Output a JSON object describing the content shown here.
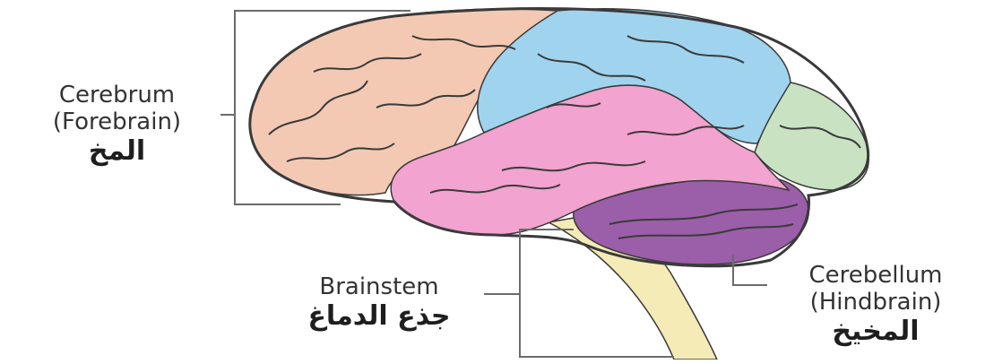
{
  "labels": {
    "cerebrum": {
      "line1": "Cerebrum",
      "line2": "(Forebrain)",
      "arabic": "المخ"
    },
    "brainstem": {
      "line1": "Brainstem",
      "arabic": "جذع الدماغ"
    },
    "cerebellum": {
      "line1": "Cerebellum",
      "line2": "(Hindbrain)",
      "arabic": "المخيخ"
    }
  },
  "colors": {
    "frontal": "#f3c9b3",
    "parietal": "#9fd3ee",
    "temporal": "#f2a3cf",
    "occipital": "#c9e3c2",
    "cerebellum": "#9b5ea8",
    "brainstem": "#f4ebb6",
    "outline": "#3a3a3a",
    "leader": "#6b6b6b"
  }
}
